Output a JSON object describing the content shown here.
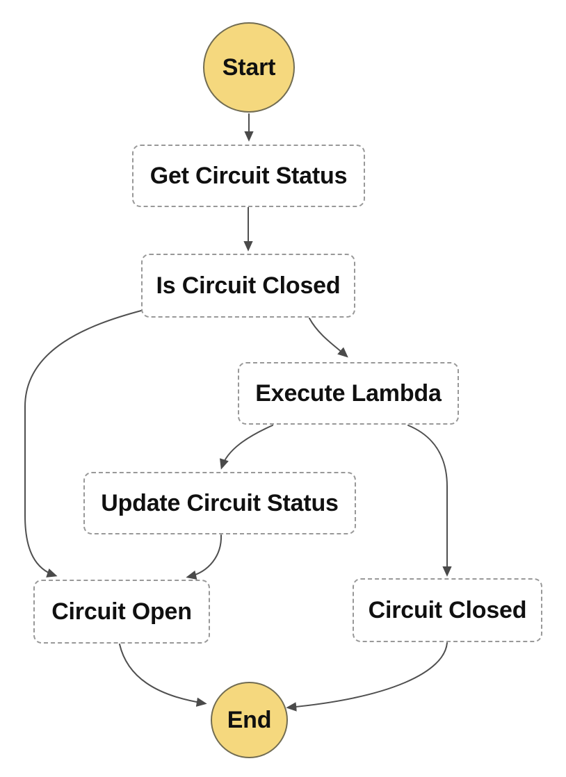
{
  "diagram": {
    "kind": "state-machine-flowchart",
    "nodes": [
      {
        "id": "start",
        "label": "Start",
        "type": "terminal"
      },
      {
        "id": "get-circuit-status",
        "label": "Get Circuit Status",
        "type": "state"
      },
      {
        "id": "is-circuit-closed",
        "label": "Is Circuit Closed",
        "type": "state"
      },
      {
        "id": "execute-lambda",
        "label": "Execute Lambda",
        "type": "state"
      },
      {
        "id": "update-circuit-status",
        "label": "Update Circuit Status",
        "type": "state"
      },
      {
        "id": "circuit-open",
        "label": "Circuit Open",
        "type": "state"
      },
      {
        "id": "circuit-closed",
        "label": "Circuit Closed",
        "type": "state"
      },
      {
        "id": "end",
        "label": "End",
        "type": "terminal"
      }
    ],
    "edges": [
      {
        "from": "start",
        "to": "get-circuit-status"
      },
      {
        "from": "get-circuit-status",
        "to": "is-circuit-closed"
      },
      {
        "from": "is-circuit-closed",
        "to": "execute-lambda"
      },
      {
        "from": "is-circuit-closed",
        "to": "circuit-open"
      },
      {
        "from": "execute-lambda",
        "to": "update-circuit-status"
      },
      {
        "from": "execute-lambda",
        "to": "circuit-closed"
      },
      {
        "from": "update-circuit-status",
        "to": "circuit-open"
      },
      {
        "from": "circuit-open",
        "to": "end"
      },
      {
        "from": "circuit-closed",
        "to": "end"
      }
    ],
    "colors": {
      "terminal_fill": "#f5d87e",
      "terminal_border": "#716c52",
      "state_border": "#989898",
      "arrow": "#4f4f4f",
      "text": "#101010",
      "background": "#ffffff"
    }
  }
}
